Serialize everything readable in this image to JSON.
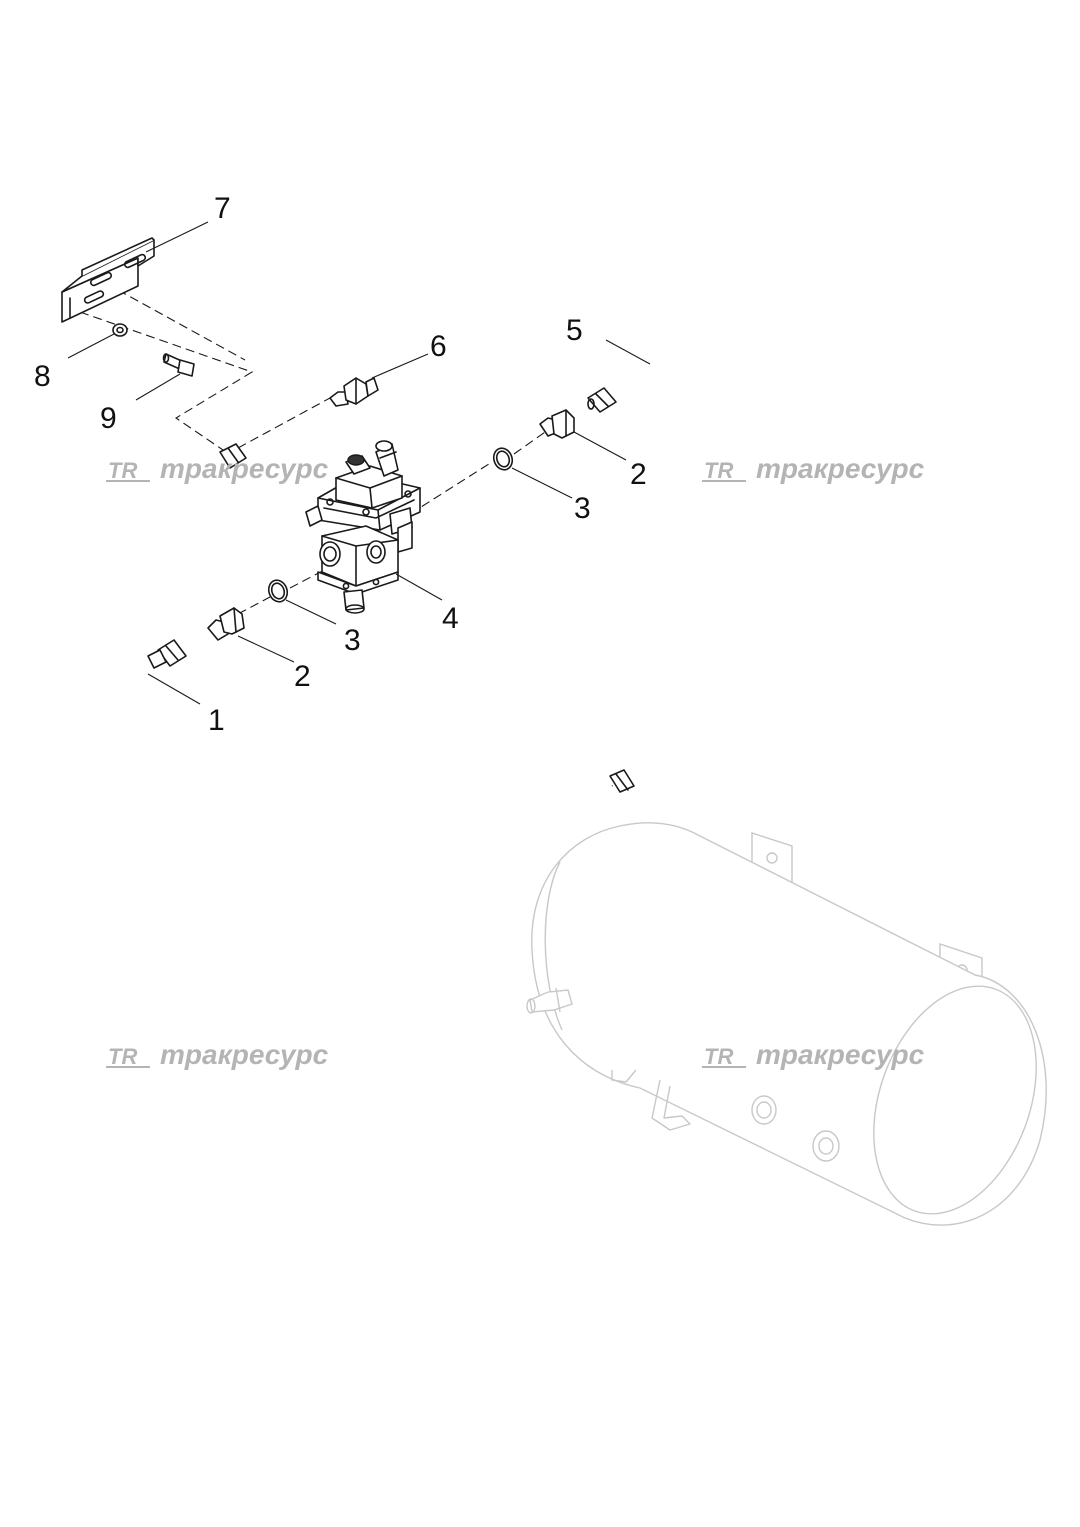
{
  "diagram": {
    "callouts": [
      {
        "id": "c7",
        "text": "7"
      },
      {
        "id": "c8",
        "text": "8"
      },
      {
        "id": "c9",
        "text": "9"
      },
      {
        "id": "c6",
        "text": "6"
      },
      {
        "id": "c5",
        "text": "5"
      },
      {
        "id": "c2a",
        "text": "2"
      },
      {
        "id": "c3a",
        "text": "3"
      },
      {
        "id": "c4",
        "text": "4"
      },
      {
        "id": "c3b",
        "text": "3"
      },
      {
        "id": "c2b",
        "text": "2"
      },
      {
        "id": "c1",
        "text": "1"
      }
    ],
    "watermark": {
      "logo": "TR",
      "text": "тракресурс"
    }
  }
}
